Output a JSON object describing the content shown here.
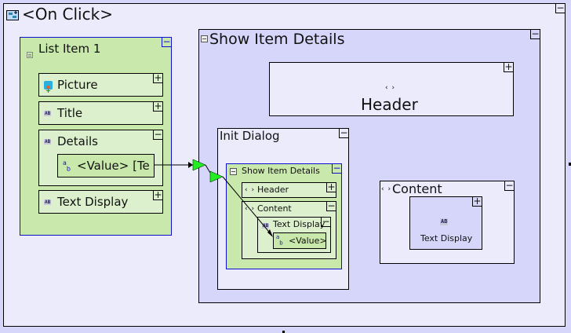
{
  "root": {
    "title": "<On Click>",
    "collapse": "−"
  },
  "list_item": {
    "title": "List Item 1",
    "collapse": "−",
    "children": [
      {
        "label": "Picture",
        "toggle": "+"
      },
      {
        "label": "Title",
        "toggle": "+"
      },
      {
        "label": "Details",
        "toggle": "−",
        "value": "<Value> [Te"
      },
      {
        "label": "Text Display",
        "toggle": "+"
      }
    ]
  },
  "show_item_details": {
    "title": "Show Item Details",
    "collapse": "−",
    "header": {
      "chev": "‹ ›",
      "label": "Header",
      "toggle": "+"
    },
    "content": {
      "chev": "‹ ›",
      "label": "Content",
      "toggle": "−",
      "text_display": {
        "icon": "AB",
        "label": "Text Display",
        "toggle": "+"
      }
    }
  },
  "init_dialog": {
    "title": "Init Dialog",
    "collapse": "−",
    "inner": {
      "title": "Show Item Details",
      "collapse": "−",
      "header": {
        "chev": "‹ ›",
        "label": "Header",
        "toggle": "+"
      },
      "content": {
        "chev": "‹ ›",
        "label": "Content",
        "toggle": "−",
        "text_display": {
          "label": "Text Display",
          "toggle": "−",
          "value": "<Value>"
        }
      }
    }
  },
  "icons": {
    "ab": "AB",
    "sub": "ab",
    "chev": "‹ ›"
  },
  "colors": {
    "canvas": "#d6d6fb",
    "panel": "#ebebfc",
    "green": "#c9e8ab",
    "light_green": "#dcf0cd",
    "arrow": "#22dd22",
    "selection": "#1010d0"
  }
}
